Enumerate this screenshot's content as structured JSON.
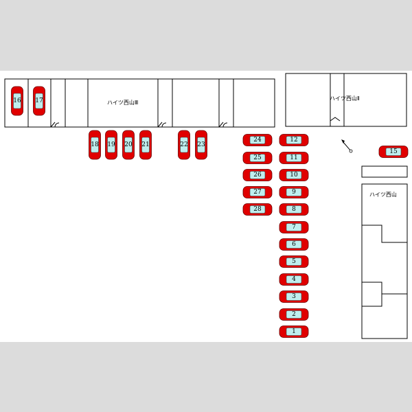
{
  "buildings": {
    "heights_nishiyama_3": "ハイツ西山Ⅲ",
    "heights_nishiyama_2": "ハイツ西山Ⅱ",
    "heights_nishiyama": "ハイツ西山"
  },
  "parking_spaces": [
    "1",
    "2",
    "3",
    "4",
    "5",
    "6",
    "7",
    "8",
    "9",
    "10",
    "11",
    "12",
    "15",
    "16",
    "17",
    "18",
    "19",
    "20",
    "21",
    "22",
    "23",
    "24",
    "25",
    "26",
    "27",
    "28"
  ],
  "colors": {
    "car": "#e00000",
    "window": "#bfeeee",
    "background": "#dcdcdc",
    "map": "#ffffff"
  }
}
